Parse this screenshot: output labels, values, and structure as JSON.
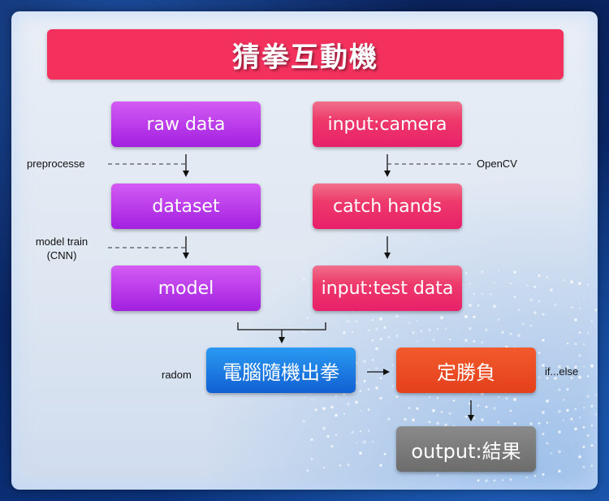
{
  "title": "猜拳互動機",
  "nodes": {
    "raw_data": "raw data",
    "dataset": "dataset",
    "model": "model",
    "input_camera": "input:camera",
    "catch_hands": "catch hands",
    "input_test_data": "input:test data",
    "computer_random": "電腦隨機出拳",
    "decide_winner": "定勝負",
    "output_result": "output:結果"
  },
  "labels": {
    "preprocesse": "preprocesse",
    "model_train_line1": "model train",
    "model_train_line2": "(CNN)",
    "opencv": "OpenCV",
    "radom": "radom",
    "if_else": "if...else"
  },
  "colors": {
    "title_bg": "#f4315d",
    "purple": "#a21fe0",
    "pink": "#e8206a",
    "blue": "#1160d2",
    "orange": "#e4401c",
    "gray": "#6c6c6c"
  }
}
